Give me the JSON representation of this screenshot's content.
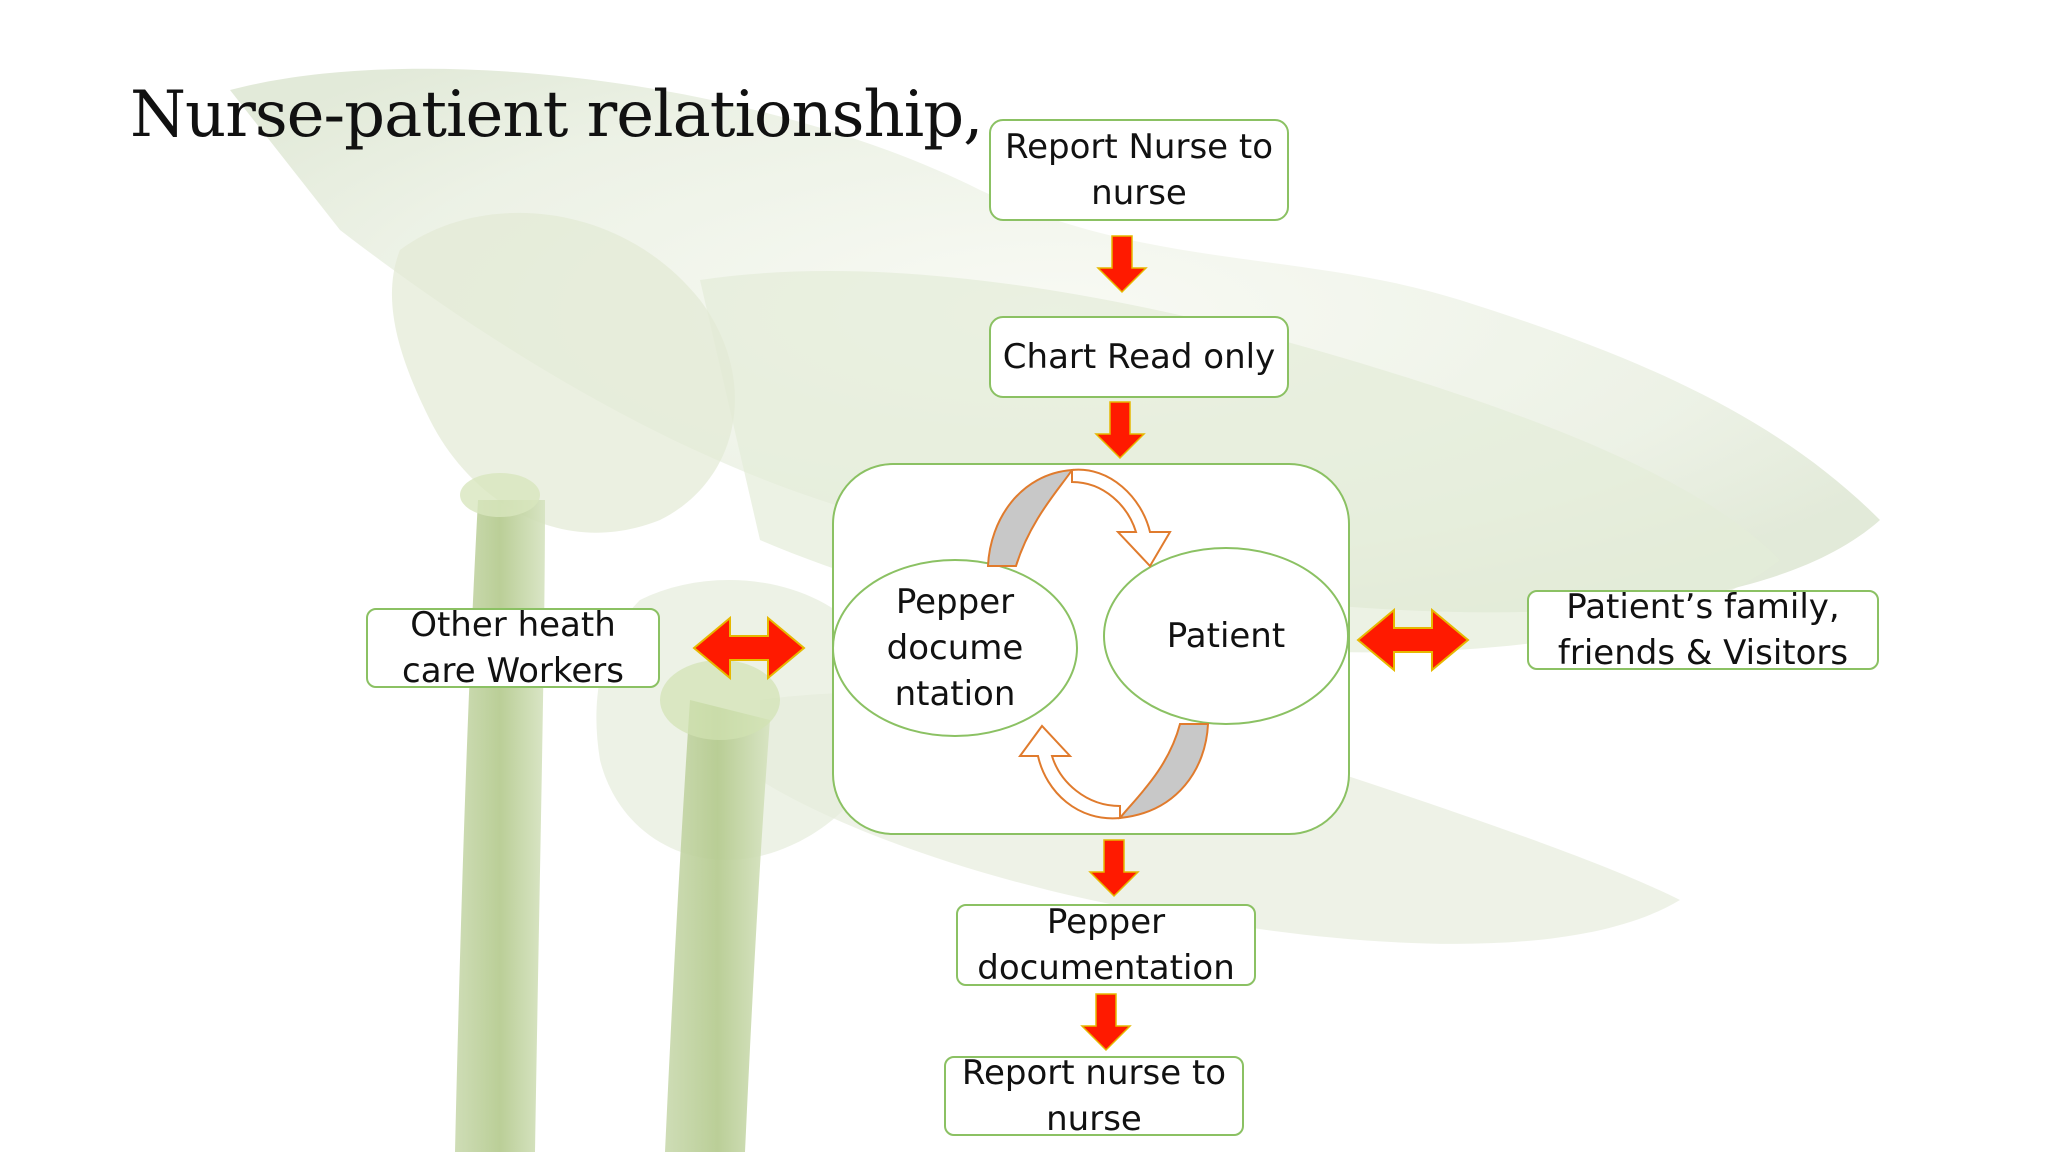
{
  "slide": {
    "title": "Nurse-patient relationship,"
  },
  "nodes": {
    "report_top": {
      "line1": "Report Nurse to",
      "line2": "nurse"
    },
    "chart_read": {
      "label": "Chart Read only"
    },
    "documentation_circle": {
      "line1": "Pepper",
      "line2": "docume",
      "line3": "ntation"
    },
    "patient_circle": {
      "label": "Patient"
    },
    "other_workers": {
      "line1": "Other heath",
      "line2": "care Workers"
    },
    "family": {
      "line1": "Patient’s family,",
      "line2": "friends & Visitors"
    },
    "pepper_doc": {
      "line1": "Pepper",
      "line2": "documentation"
    },
    "report_bottom": {
      "line1": "Report nurse to",
      "line2": "nurse"
    }
  },
  "colors": {
    "box_border": "#8bc163",
    "arrow_red": "#ff1a00",
    "arrow_shade": "#ffc000",
    "cycle_outline": "#e07b2d",
    "cycle_fill": "#bfbfbf"
  }
}
